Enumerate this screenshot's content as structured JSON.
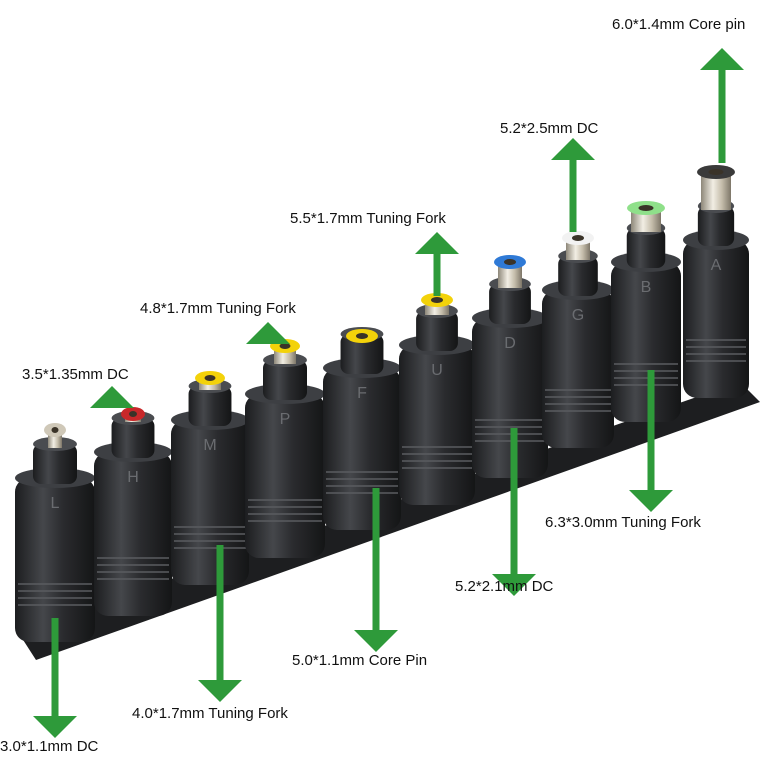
{
  "background_color": "#ffffff",
  "arrow_color": "#2e9a3a",
  "connector_color": "#2b2d30",
  "tip_colors": {
    "silver": "#cfc8b8",
    "red": "#c8282a",
    "yellow": "#f3d20a",
    "blue": "#2f7ad6",
    "white": "#f2f2f2",
    "green": "#8fe08a",
    "black": "#3a3a3a"
  },
  "letter_marks": [
    "L",
    "H",
    "M",
    "P",
    "F",
    "U",
    "D",
    "G",
    "B",
    "A"
  ],
  "labels": {
    "l1": "3.0*1.1mm DC",
    "l2": "3.5*1.35mm DC",
    "l3": "4.0*1.7mm Tuning Fork",
    "l4": "4.8*1.7mm Tuning Fork",
    "l5": "5.0*1.1mm Core Pin",
    "l6": "5.5*1.7mm Tuning Fork",
    "l7": "5.2*2.1mm DC",
    "l8": "5.2*2.5mm DC",
    "l9": "6.3*3.0mm Tuning Fork",
    "l10": "6.0*1.4mm Core pin"
  }
}
